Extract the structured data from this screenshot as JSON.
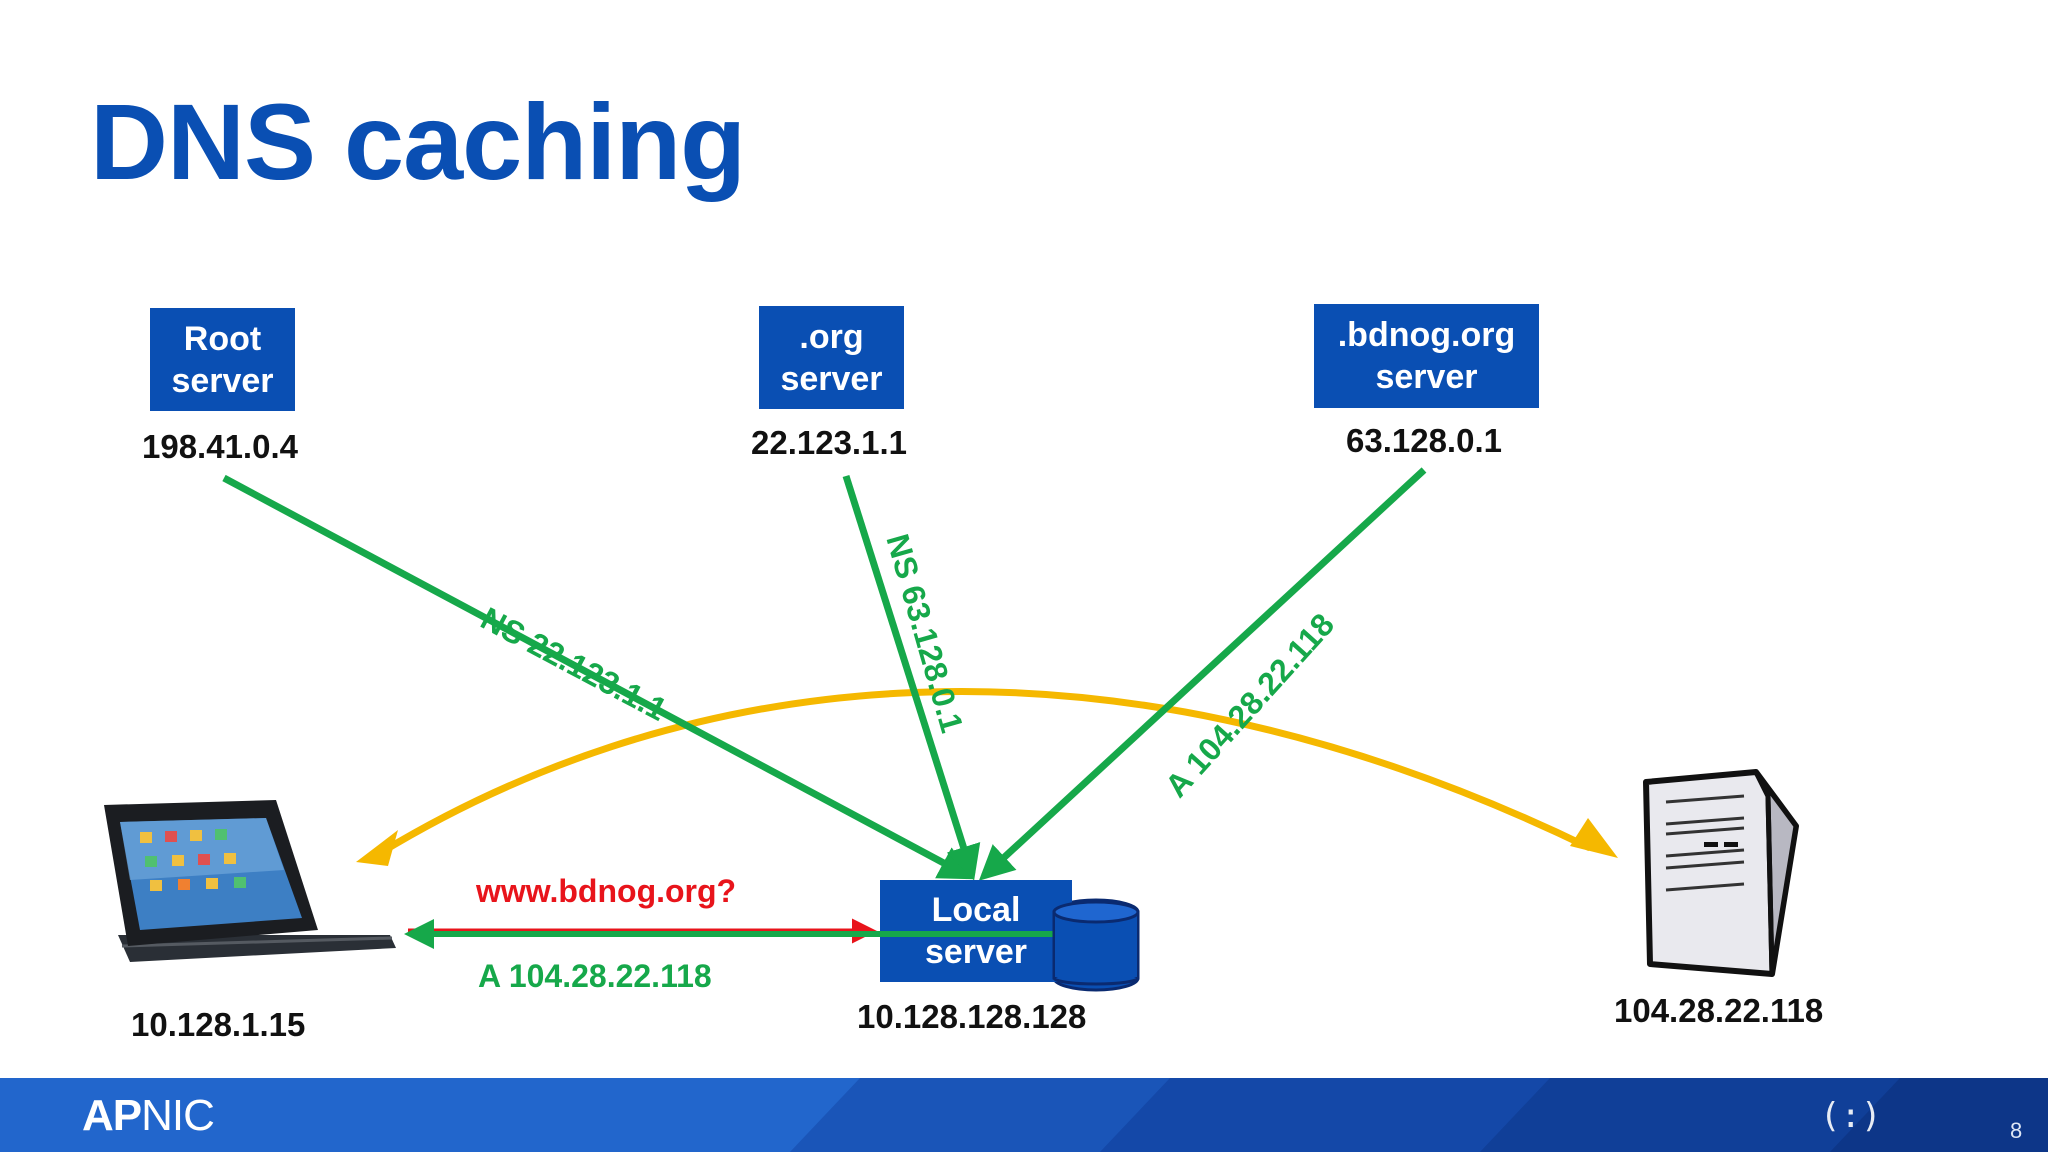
{
  "title": "DNS caching",
  "servers": {
    "root": {
      "line1": "Root",
      "line2": "server",
      "ip": "198.41.0.4"
    },
    "org": {
      "line1": ".org",
      "line2": "server",
      "ip": "22.123.1.1"
    },
    "bdnog": {
      "line1": ".bdnog.org",
      "line2": "server",
      "ip": "63.128.0.1"
    },
    "local": {
      "line1": "Local",
      "line2": "server",
      "ip": "10.128.128.128"
    }
  },
  "client": {
    "ip": "10.128.1.15"
  },
  "web_server": {
    "ip": "104.28.22.118"
  },
  "arrow_labels": {
    "root_reply": "NS 22.123.1.1",
    "org_reply": "NS 63.128.0.1",
    "bdnog_reply": "A 104.28.22.118",
    "query": "www.bdnog.org?",
    "answer": "A 104.28.22.118"
  },
  "footer": {
    "logo_bold": "AP",
    "logo_rest": "NIC",
    "page_number": "8",
    "mark": "(:)"
  },
  "colors": {
    "title": "#0a4fb3",
    "box": "#0a4fb3",
    "green": "#16a84a",
    "red": "#e8141b",
    "orange": "#f5b800",
    "footer": "#2266cc"
  },
  "icons": [
    "tablet-keyboard-icon",
    "database-icon",
    "server-tower-icon"
  ]
}
